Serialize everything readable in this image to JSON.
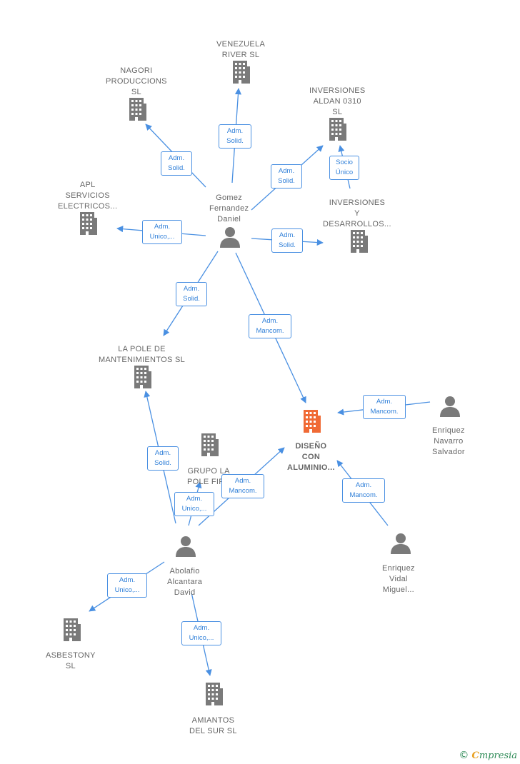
{
  "nodes": [
    {
      "id": "venezuela",
      "kind": "company",
      "lines": [
        "VENEZUELA",
        "RIVER  SL"
      ]
    },
    {
      "id": "nagori",
      "kind": "company",
      "lines": [
        "NAGORI",
        "PRODUCCIONS",
        "SL"
      ]
    },
    {
      "id": "aldan",
      "kind": "company",
      "lines": [
        "INVERSIONES",
        "ALDAN 0310",
        "SL"
      ]
    },
    {
      "id": "apl",
      "kind": "company",
      "lines": [
        "APL",
        "SERVICIOS",
        "ELECTRICOS..."
      ]
    },
    {
      "id": "desarrollos",
      "kind": "company",
      "lines": [
        "INVERSIONES",
        "Y",
        "DESARROLLOS..."
      ]
    },
    {
      "id": "gomez",
      "kind": "person",
      "lines": [
        "Gomez",
        "Fernandez",
        "Daniel"
      ]
    },
    {
      "id": "lapole",
      "kind": "company",
      "lines": [
        "LA POLE DE",
        "MANTENIMIENTOS SL"
      ]
    },
    {
      "id": "grupo",
      "kind": "company",
      "lines": [
        "GRUPO LA",
        "POLE FIRE"
      ]
    },
    {
      "id": "diseno",
      "kind": "main",
      "lines": [
        "DISEÑO",
        "CON",
        "ALUMINIO..."
      ]
    },
    {
      "id": "navarro",
      "kind": "person",
      "lines": [
        "Enriquez",
        "Navarro",
        "Salvador"
      ]
    },
    {
      "id": "vidal",
      "kind": "person",
      "lines": [
        "Enriquez",
        "Vidal",
        "Miguel..."
      ]
    },
    {
      "id": "abolafio",
      "kind": "person",
      "lines": [
        "Abolafio",
        "Alcantara",
        "David"
      ]
    },
    {
      "id": "asbestony",
      "kind": "company",
      "lines": [
        "ASBESTONY",
        "SL"
      ]
    },
    {
      "id": "amiantos",
      "kind": "company",
      "lines": [
        "AMIANTOS",
        "DEL SUR  SL"
      ]
    }
  ],
  "edges": [
    {
      "id": "e1",
      "from": "gomez",
      "to": "venezuela",
      "lines": [
        "Adm.",
        "Solid."
      ]
    },
    {
      "id": "e2",
      "from": "gomez",
      "to": "nagori",
      "lines": [
        "Adm.",
        "Solid."
      ]
    },
    {
      "id": "e3",
      "from": "gomez",
      "to": "aldan",
      "lines": [
        "Adm.",
        "Solid."
      ]
    },
    {
      "id": "e4",
      "from": "desarrollos",
      "to": "aldan",
      "lines": [
        "Socio",
        "Único"
      ]
    },
    {
      "id": "e5",
      "from": "gomez",
      "to": "apl",
      "lines": [
        "Adm.",
        "Unico,..."
      ]
    },
    {
      "id": "e6",
      "from": "gomez",
      "to": "desarrollos",
      "lines": [
        "Adm.",
        "Solid."
      ]
    },
    {
      "id": "e7",
      "from": "gomez",
      "to": "lapole",
      "lines": [
        "Adm.",
        "Solid."
      ]
    },
    {
      "id": "e8",
      "from": "gomez",
      "to": "diseno",
      "lines": [
        "Adm.",
        "Mancom."
      ]
    },
    {
      "id": "e9",
      "from": "navarro",
      "to": "diseno",
      "lines": [
        "Adm.",
        "Mancom."
      ]
    },
    {
      "id": "e10",
      "from": "vidal",
      "to": "diseno",
      "lines": [
        "Adm.",
        "Mancom."
      ]
    },
    {
      "id": "e11",
      "from": "abolafio",
      "to": "lapole",
      "lines": [
        "Adm.",
        "Solid."
      ]
    },
    {
      "id": "e12",
      "from": "abolafio",
      "to": "grupo",
      "lines": [
        "Adm.",
        "Unico,..."
      ]
    },
    {
      "id": "e13",
      "from": "abolafio",
      "to": "diseno",
      "lines": [
        "Adm.",
        "Mancom."
      ]
    },
    {
      "id": "e14",
      "from": "abolafio",
      "to": "asbestony",
      "lines": [
        "Adm.",
        "Unico,..."
      ]
    },
    {
      "id": "e15",
      "from": "abolafio",
      "to": "amiantos",
      "lines": [
        "Adm.",
        "Unico,..."
      ]
    }
  ],
  "colors": {
    "edge": "#4a90e2",
    "company_icon": "#7a7a7a",
    "main_icon": "#f06a35",
    "person_icon": "#7a7a7a"
  },
  "brand": {
    "copyright": "©",
    "name_initial": "C",
    "name_rest": "mpresia"
  }
}
